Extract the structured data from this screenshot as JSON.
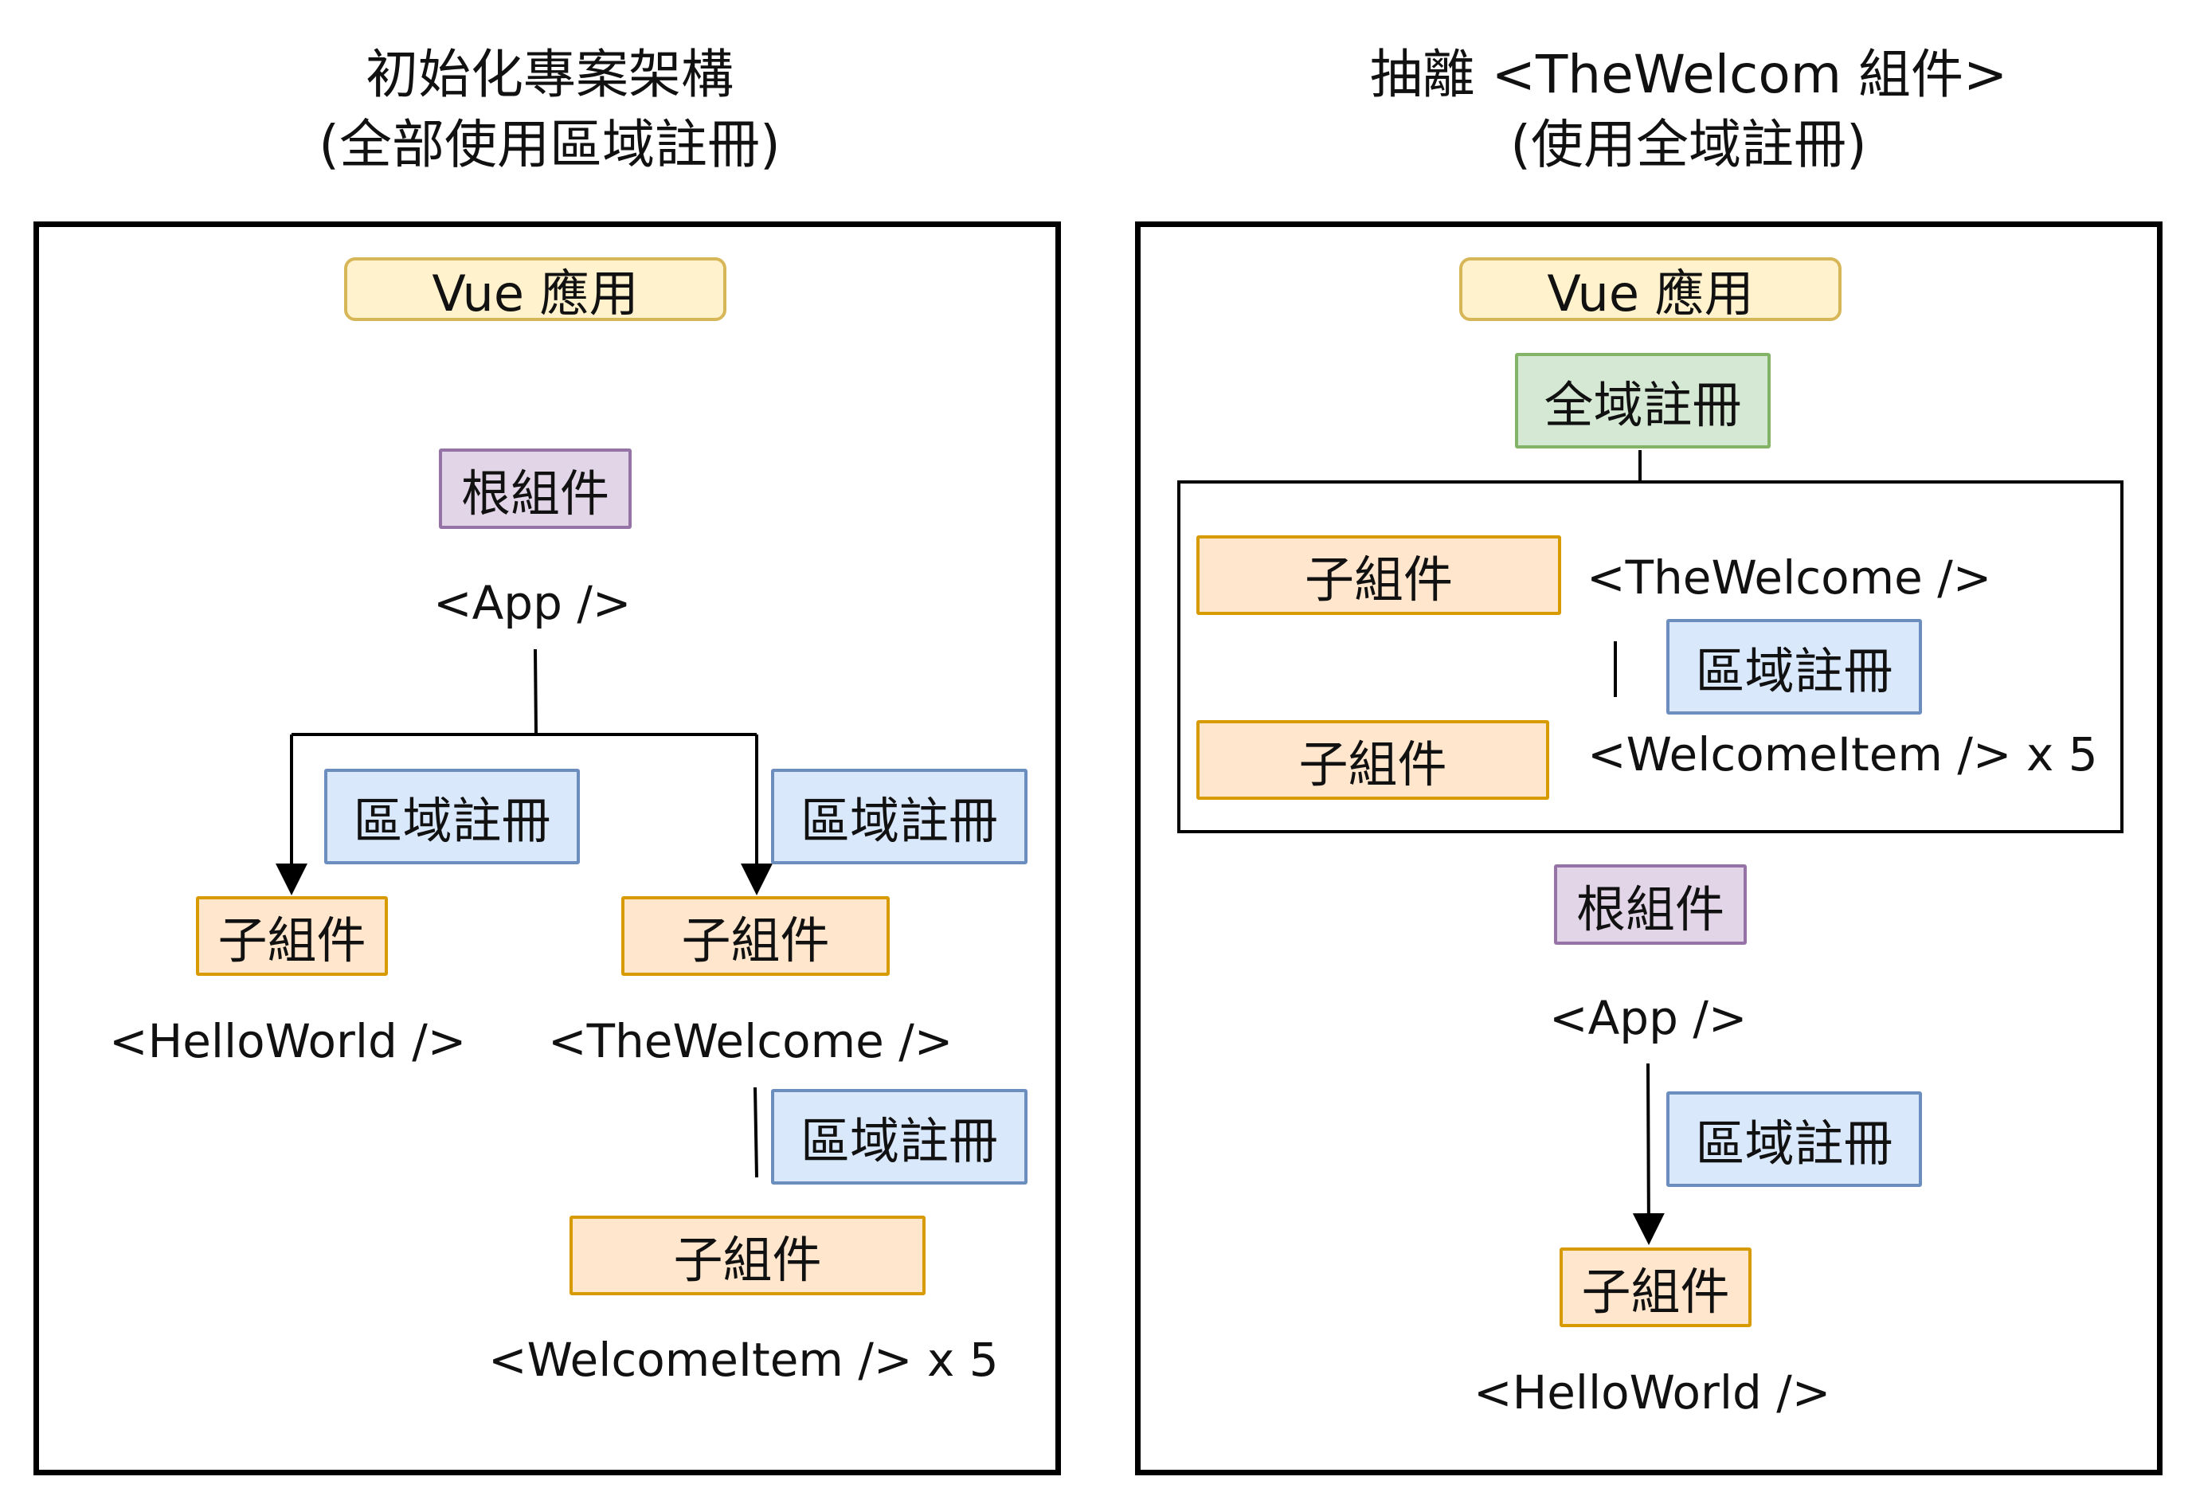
{
  "left": {
    "title_line1": "初始化專案架構",
    "title_line2": "(全部使用區域註冊)",
    "vue_app": "Vue 應用",
    "root_component": "根組件",
    "app_tag": "<App />",
    "local_reg_1": "區域註冊",
    "local_reg_2": "區域註冊",
    "local_reg_3": "區域註冊",
    "child_1": "子組件",
    "child_2": "子組件",
    "child_3": "子組件",
    "hello_tag": "<HelloWorld />",
    "welcome_tag": "<TheWelcome />",
    "item_tag": "<WelcomeItem /> x 5"
  },
  "right": {
    "title_line1": "抽離 <TheWelcom 組件>",
    "title_line2": "(使用全域註冊)",
    "vue_app": "Vue 應用",
    "global_reg": "全域註冊",
    "child_welcome": "子組件",
    "welcome_tag": "<TheWelcome />",
    "local_reg_1": "區域註冊",
    "child_item": "子組件",
    "item_tag": "<WelcomeItem /> x 5",
    "root_component": "根組件",
    "app_tag": "<App />",
    "local_reg_2": "區域註冊",
    "child_hello": "子組件",
    "hello_tag": "<HelloWorld />"
  },
  "colors": {
    "yellow_fill": "#fff2cc",
    "yellow_stroke": "#d6b656",
    "purple_fill": "#e1d5e7",
    "purple_stroke": "#9673a6",
    "blue_fill": "#dae8fc",
    "blue_stroke": "#6c8ebf",
    "orange_fill": "#ffe6cc",
    "orange_stroke": "#d79b00",
    "green_fill": "#d5e8d4",
    "green_stroke": "#82b366"
  }
}
